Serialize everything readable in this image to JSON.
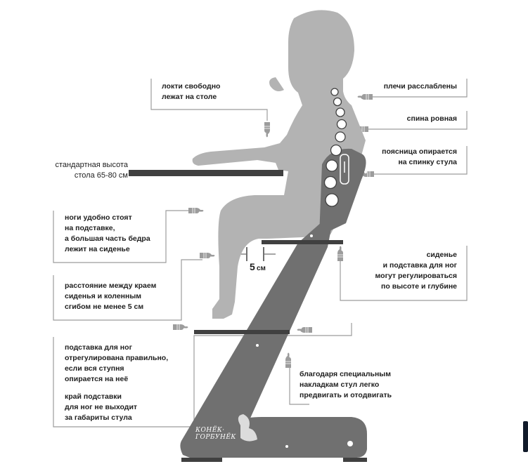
{
  "notes": {
    "elbows": "локти свободно\nлежат на столе",
    "shoulders": "плечи расслаблены",
    "back": "спина ровная",
    "lumbar": "поясница опирается\nна спинку стула",
    "table_height": "стандартная высота\nстола 65-80 см",
    "feet": "ноги удобно стоят\nна подставке,\nа большая часть бедра\nлежит на сиденье",
    "knee_gap": "расстояние между краем\nсиденья и коленным\nсгибом не менее 5 см",
    "adjustable": "сиденье\nи подставка для ног\nмогут регулироваться\nпо высоте и глубине",
    "footrest_ok": "подставка для ног\nотрегулирована правильно,\nесли вся ступня\nопирается на неё",
    "footrest_edge": "край подставки\nдля ног не выходит\nза габариты стула",
    "glides": "благодаря специальным\nнакладкам стул легко\nпредвигать и отодвигать"
  },
  "gap": {
    "value": "5",
    "unit": "см"
  },
  "logo": {
    "line1": "КОНЁК·",
    "line2": "ГОРБУНЁК"
  },
  "colors": {
    "silhouette": "#b3b3b3",
    "chair": "#707070",
    "bars": "#404040",
    "callout_lines": "#9c9c9c",
    "text": "#1e1e1e"
  },
  "icons": [
    "pointing-hand-icon",
    "vertebra-circle-icon"
  ]
}
